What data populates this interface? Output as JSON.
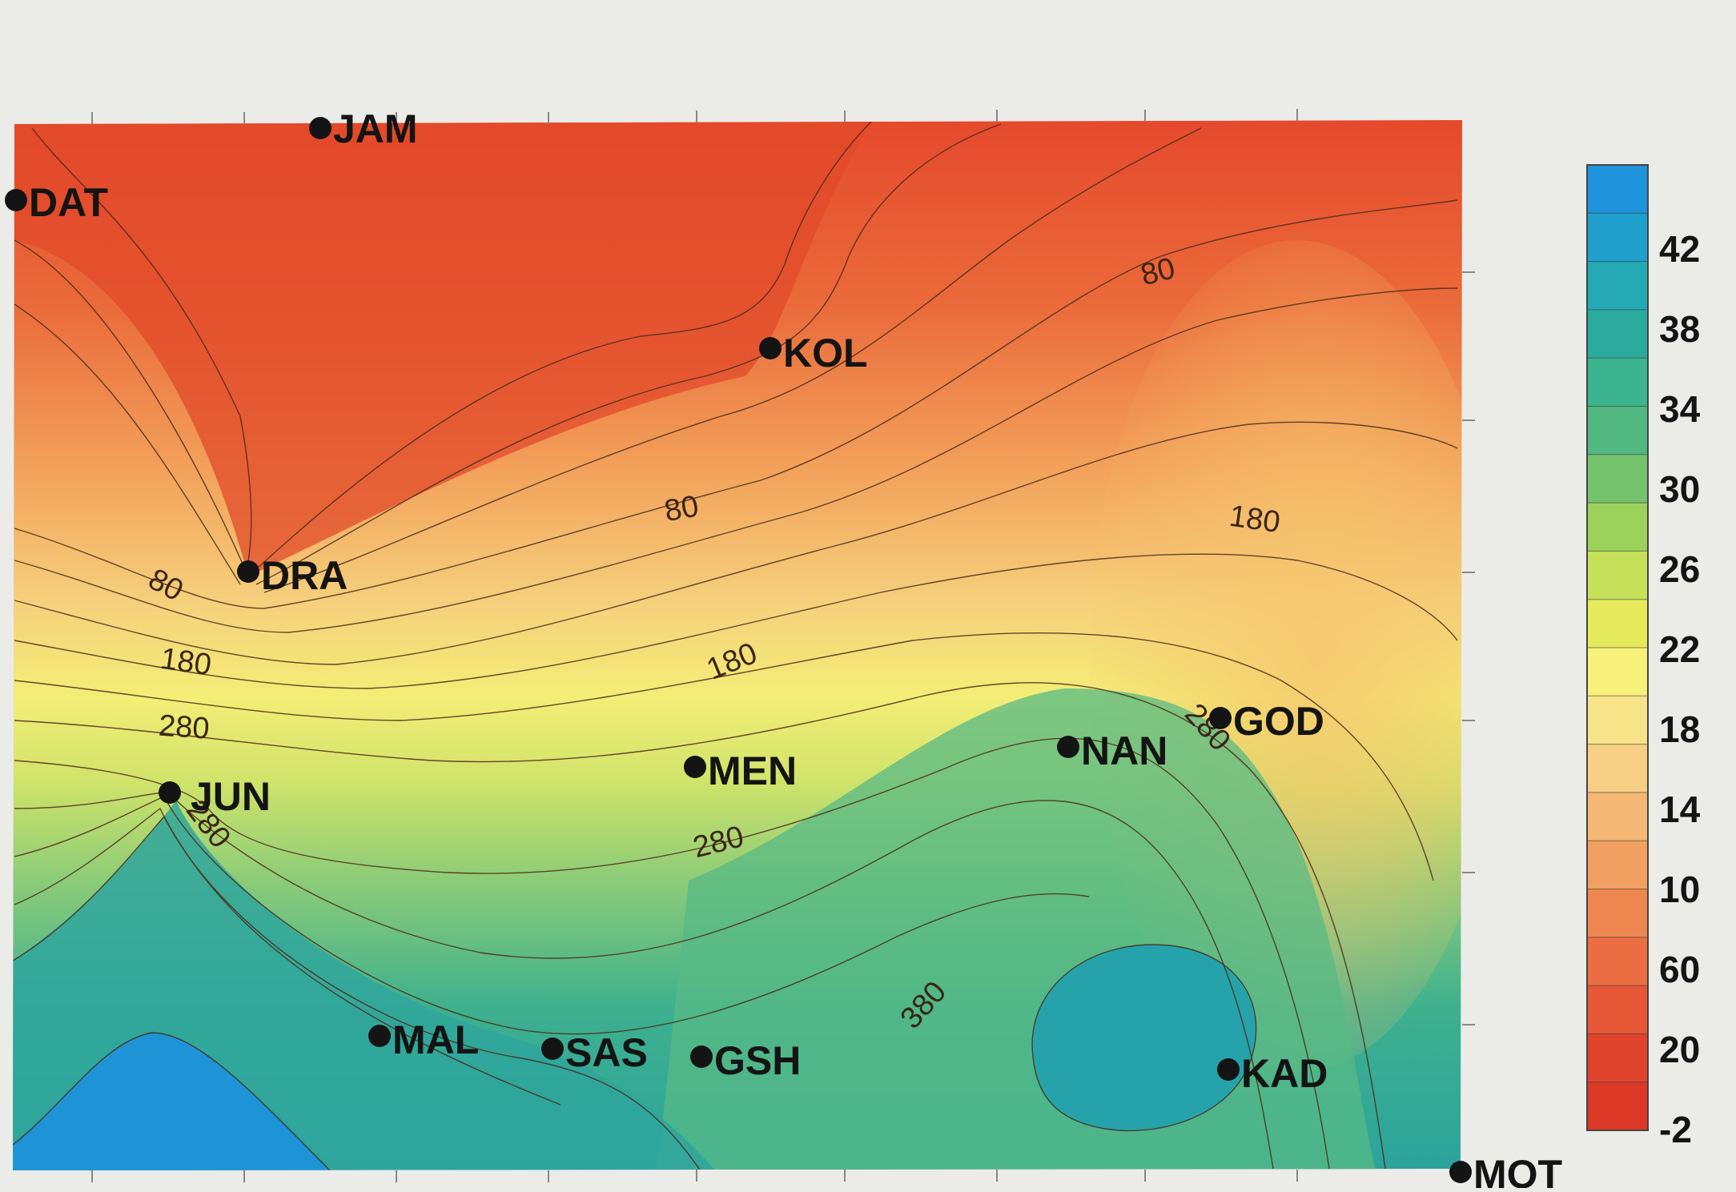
{
  "map": {
    "stations": [
      {
        "name": "JAM",
        "id": "JAM"
      },
      {
        "name": "DAT",
        "id": "DAT"
      },
      {
        "name": "KOL",
        "id": "KOL"
      },
      {
        "name": "DRA",
        "id": "DRA"
      },
      {
        "name": "GOD",
        "id": "GOD"
      },
      {
        "name": "NAN",
        "id": "NAN"
      },
      {
        "name": "MEN",
        "id": "MEN"
      },
      {
        "name": "JUN",
        "id": "JUN"
      },
      {
        "name": "MAL",
        "id": "MAL"
      },
      {
        "name": "SAS",
        "id": "SAS"
      },
      {
        "name": "GSH",
        "id": "GSH"
      },
      {
        "name": "KAD",
        "id": "KAD"
      },
      {
        "name": "MOT",
        "id": "MOT"
      }
    ],
    "contour_labels": [
      "80",
      "80",
      "80",
      "180",
      "180",
      "180",
      "280",
      "280",
      "280",
      "280",
      "380"
    ]
  },
  "colorbar": {
    "tick_labels": [
      "42",
      "38",
      "34",
      "30",
      "26",
      "22",
      "18",
      "14",
      "10",
      "60",
      "20",
      "-2"
    ],
    "colors": [
      "#1f93db",
      "#1f9fcc",
      "#25a9b4",
      "#2daa9e",
      "#3cb48e",
      "#50b880",
      "#74c26c",
      "#9cd25c",
      "#c6e05a",
      "#e5ea5c",
      "#f7f07a",
      "#f8e488",
      "#f6cf84",
      "#f4b774",
      "#f2a062",
      "#ee8650",
      "#ea6e42",
      "#e65836",
      "#e0442c",
      "#dc3826"
    ]
  }
}
